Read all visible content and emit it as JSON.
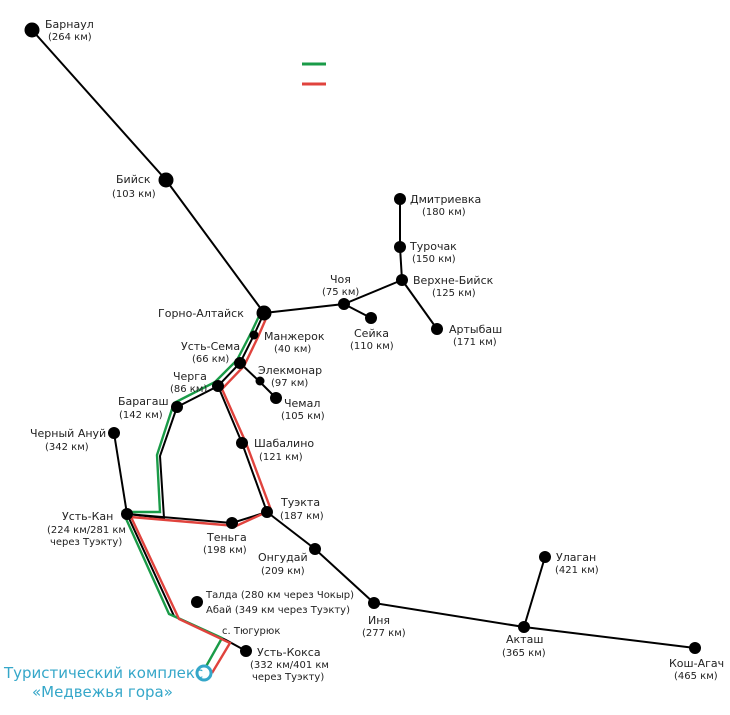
{
  "legend": {
    "green_color": "#1a9b48",
    "red_color": "#e0433d"
  },
  "colors": {
    "road": "#000000",
    "node": "#000000",
    "destination": "#35a7c9",
    "green_route": "#1a9b48",
    "red_route": "#e0433d"
  },
  "destination": {
    "line1": "Туристический комплекс",
    "line2": "«Медвежья гора»",
    "icon": "ring-marker-icon"
  },
  "places": [
    {
      "id": "barnaul",
      "name": "Барнаул",
      "dist": "(264 км)"
    },
    {
      "id": "biysk",
      "name": "Бийск",
      "dist": "(103 км)"
    },
    {
      "id": "gorno-altaysk",
      "name": "Горно-Алтайск",
      "dist": ""
    },
    {
      "id": "dmitrievka",
      "name": "Дмитриевка",
      "dist": "(180 км)"
    },
    {
      "id": "turochak",
      "name": "Турочак",
      "dist": "(150 км)"
    },
    {
      "id": "verkhne-biysk",
      "name": "Верхне-Бийск",
      "dist": "(125 км)"
    },
    {
      "id": "choya",
      "name": "Чоя",
      "dist": "(75 км)"
    },
    {
      "id": "seyka",
      "name": "Сейка",
      "dist": "(110 км)"
    },
    {
      "id": "artybash",
      "name": "Артыбаш",
      "dist": "(171 км)"
    },
    {
      "id": "manzherok",
      "name": "Манжерок",
      "dist": "(40 км)"
    },
    {
      "id": "ust-sema",
      "name": "Усть-Сема",
      "dist": "(66 км)"
    },
    {
      "id": "elekmonar",
      "name": "Элекмонар",
      "dist": "(97 км)"
    },
    {
      "id": "chemal",
      "name": "Чемал",
      "dist": "(105 км)"
    },
    {
      "id": "cherga",
      "name": "Черга",
      "dist": "(86 км)"
    },
    {
      "id": "baragash",
      "name": "Барагаш",
      "dist": "(142 км)"
    },
    {
      "id": "shabalino",
      "name": "Шабалино",
      "dist": "(121 км)"
    },
    {
      "id": "cherny-anuy",
      "name": "Черный Ануй",
      "dist": "(342 км)"
    },
    {
      "id": "tuekta",
      "name": "Туэкта",
      "dist": "(187 км)"
    },
    {
      "id": "ust-kan",
      "name": "Усть-Кан",
      "dist": "(224 км/281 км",
      "dist2": "через Туэкту)"
    },
    {
      "id": "tenga",
      "name": "Теньга",
      "dist": "(198 км)"
    },
    {
      "id": "ongudai",
      "name": "Онгудай",
      "dist": "(209 км)"
    },
    {
      "id": "ulagan",
      "name": "Улаган",
      "dist": "(421 км)"
    },
    {
      "id": "talda",
      "name": "Талда (280 км через Чокыр)",
      "dist": "Абай (349 км через Туэкту)"
    },
    {
      "id": "inya",
      "name": "Иня",
      "dist": "(277 км)"
    },
    {
      "id": "aktash",
      "name": "Акташ",
      "dist": "(365 км)"
    },
    {
      "id": "kosh-agach",
      "name": "Кош-Агач",
      "dist": "(465 км)"
    },
    {
      "id": "tyuguryuk",
      "name": "с. Тюгурюк",
      "dist": ""
    },
    {
      "id": "ust-koksa",
      "name": "Усть-Кокса",
      "dist": "(332 км/401 км",
      "dist2": "через Туэкту)"
    }
  ]
}
